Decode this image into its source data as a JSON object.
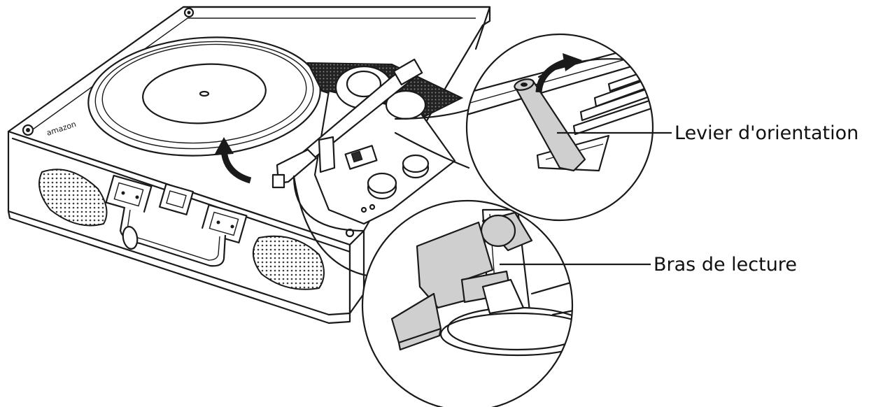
{
  "labels": {
    "lever": "Levier d'orientation",
    "tonearm": "Bras de lecture"
  },
  "logo_text": "amazon",
  "colors": {
    "line": "#1a1a1a",
    "highlight_fill": "#cfcfcf",
    "grille": "#2a2a2a",
    "background": "#ffffff"
  }
}
